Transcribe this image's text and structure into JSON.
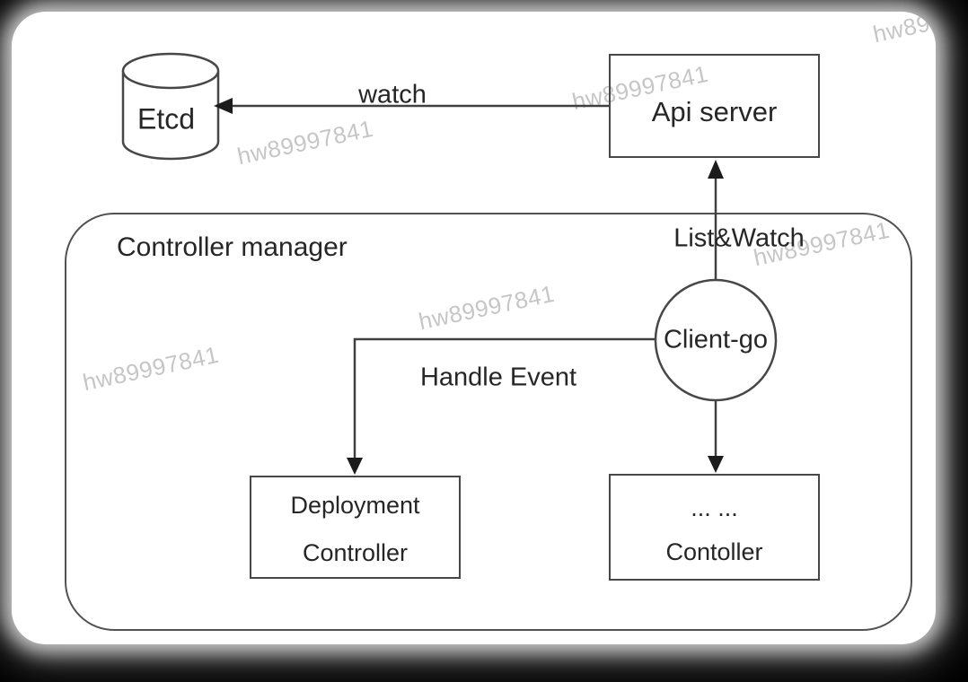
{
  "diagram": {
    "nodes": {
      "etcd": {
        "label": "Etcd",
        "shape": "cylinder"
      },
      "api_server": {
        "label": "Api server",
        "shape": "rectangle"
      },
      "controller_manager": {
        "label": "Controller manager",
        "shape": "rounded-container"
      },
      "client_go": {
        "label": "Client-go",
        "shape": "circle"
      },
      "deployment_controller": {
        "line1": "Deployment",
        "line2": "Controller",
        "shape": "rectangle"
      },
      "generic_controller": {
        "line1": "... ...",
        "line2": "Contoller",
        "shape": "rectangle"
      }
    },
    "edges": {
      "watch": {
        "label": "watch",
        "from": "Api server",
        "to": "Etcd"
      },
      "list_watch": {
        "label": "List&Watch",
        "from": "Client-go",
        "to": "Api server"
      },
      "handle_event": {
        "label": "Handle Event",
        "from": "Client-go",
        "to": "Deployment Controller"
      },
      "client_to_generic": {
        "from": "Client-go",
        "to": "Contoller"
      }
    }
  },
  "watermark": {
    "text": "hw89997841"
  },
  "colors": {
    "frame": "#000000",
    "background": "#ffffff",
    "line": "#404040",
    "box_border": "#474747",
    "text": "#262626",
    "watermark": "#c6c6c6"
  }
}
